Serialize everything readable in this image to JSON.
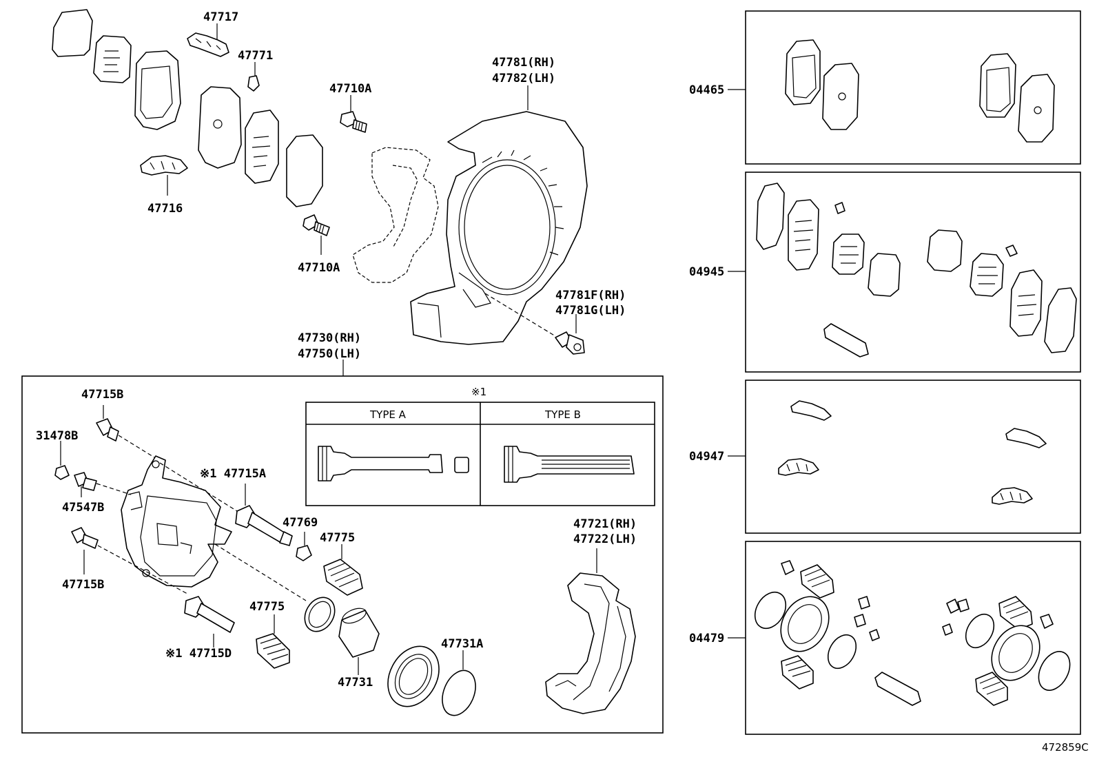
{
  "labels": {
    "p47717": "47717",
    "p47771": "47771",
    "p47716": "47716",
    "p47710a_top": "47710A",
    "p47710a_bot": "47710A",
    "p47781": "47781(RH)",
    "p47782": "47782(LH)",
    "p47781f": "47781F(RH)",
    "p47781g": "47781G(LH)",
    "p47730": "47730(RH)",
    "p47750": "47750(LH)",
    "p47715b_top": "47715B",
    "p31478b": "31478B",
    "p47547b": "47547B",
    "p47715b_bot": "47715B",
    "p47715a": "※1 47715A",
    "p47769": "47769",
    "p47775_a": "47775",
    "p47775_b": "47775",
    "p47715d": "※1 47715D",
    "p47731": "47731",
    "p47731a": "47731A",
    "p47721": "47721(RH)",
    "p47722": "47722(LH)",
    "kit04465": "04465",
    "kit04945": "04945",
    "kit04947": "04947",
    "kit04479": "04479",
    "footer_code": "472859C"
  },
  "inset": {
    "note": "※1",
    "type_a": "TYPE A",
    "type_b": "TYPE B"
  },
  "colors": {
    "line": "#000000",
    "background": "#ffffff"
  }
}
